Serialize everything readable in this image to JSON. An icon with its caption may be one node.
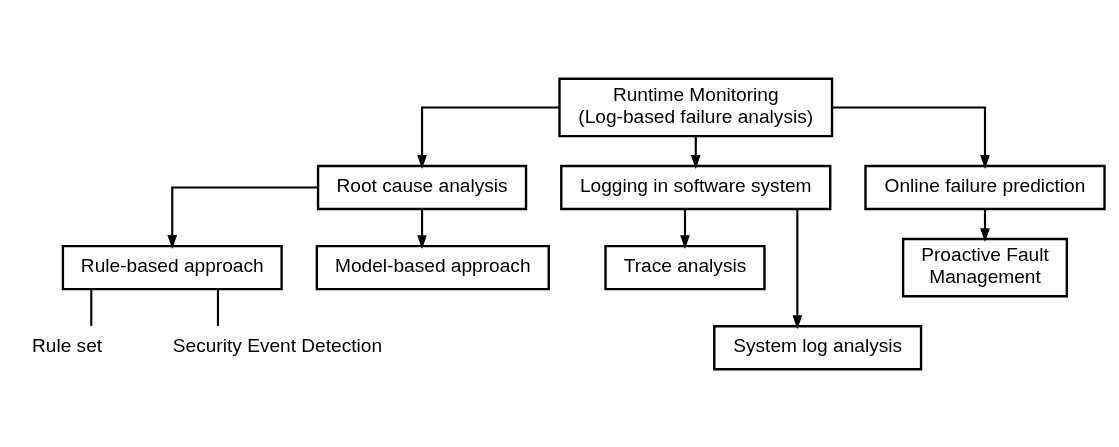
{
  "diagram": {
    "nodes": [
      {
        "text": [
          "Runtime Monitoring (Log-based failure analysis)"
        ]
      },
      {
        "text": [
          "Root cause analysis"
        ]
      },
      {
        "text": [
          "Logging in software system"
        ]
      },
      {
        "text": [
          "Online failure prediction"
        ]
      },
      {
        "text": [
          "Rule-based approach"
        ]
      },
      {
        "text": [
          "Trace analysis"
        ]
      },
      {
        "text": [
          "Proactive Fault Management"
        ]
      },
      {
        "text": [
          "Rule set"
        ]
      },
      {
        "text": [
          "System log analysis"
        ]
      },
      {
        "text": [
          "Security Event Detection"
        ]
      },
      {
        "text": [
          "Model-based approach"
        ]
      }
    ],
    "edges": [
      {
        "from": 0,
        "to": 1,
        "arrow": "to"
      },
      {
        "from": 0,
        "to": 2,
        "arrow": "to"
      },
      {
        "from": 0,
        "to": 3,
        "arrow": "to"
      },
      {
        "from": 1,
        "to": 4,
        "arrow": "to"
      },
      {
        "from": 4,
        "to": 7,
        "arrow": "none"
      },
      {
        "from": 4,
        "to": 9,
        "arrow": "none"
      },
      {
        "from": 1,
        "to": 10,
        "arrow": "to"
      },
      {
        "from": 2,
        "to": 5,
        "arrow": "to"
      },
      {
        "from": 2,
        "to": 8,
        "arrow": "to"
      },
      {
        "from": 3,
        "to": 6,
        "arrow": "to"
      }
    ]
  }
}
